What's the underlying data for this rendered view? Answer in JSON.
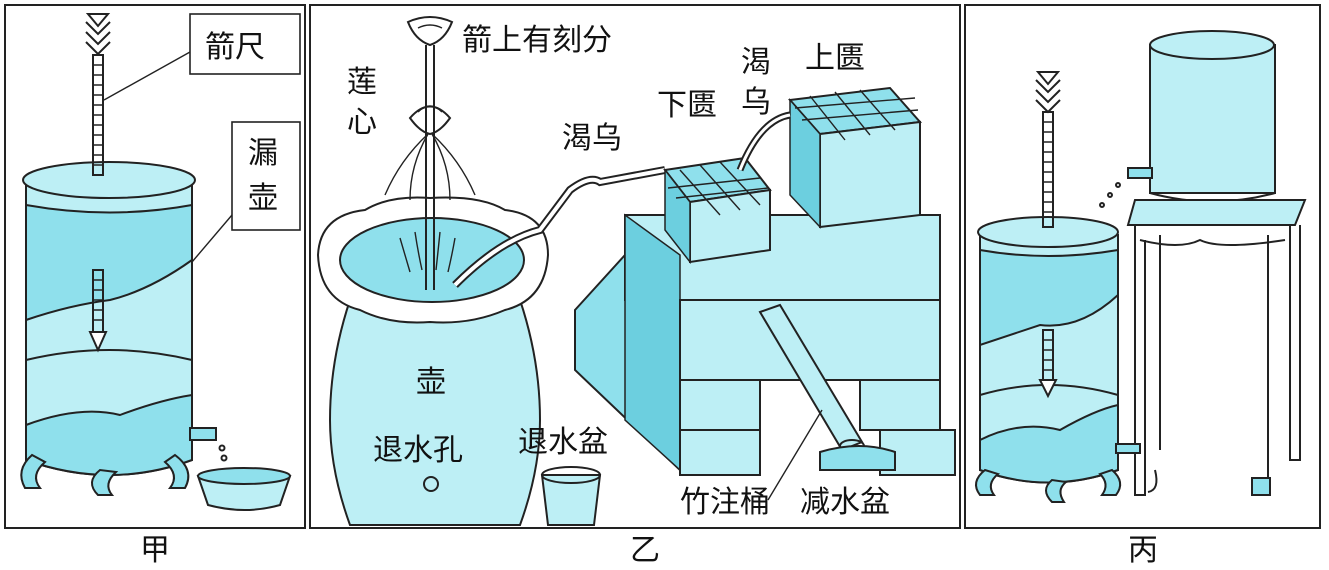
{
  "panels": [
    {
      "caption": "甲",
      "labels": {
        "arrow_ruler": "箭尺",
        "leak_pot_line1": "漏",
        "leak_pot_line2": "壶"
      }
    },
    {
      "caption": "乙",
      "labels": {
        "arrow_marked": "箭上有刻分",
        "lotus_heart_line1": "莲",
        "lotus_heart_line2": "心",
        "siphon_left": "渴乌",
        "lower_vessel": "下匮",
        "siphon_right_line1": "渴",
        "siphon_right_line2": "乌",
        "upper_vessel": "上匮",
        "pot": "壶",
        "drain_hole": "退水孔",
        "drain_basin": "退水盆",
        "bamboo_pipe": "竹注桶",
        "reduce_basin": "减水盆"
      }
    },
    {
      "caption": "丙",
      "labels": {}
    }
  ],
  "colors": {
    "water": "#8fe0ec",
    "water_light": "#bdeff5",
    "outline": "#222222"
  }
}
